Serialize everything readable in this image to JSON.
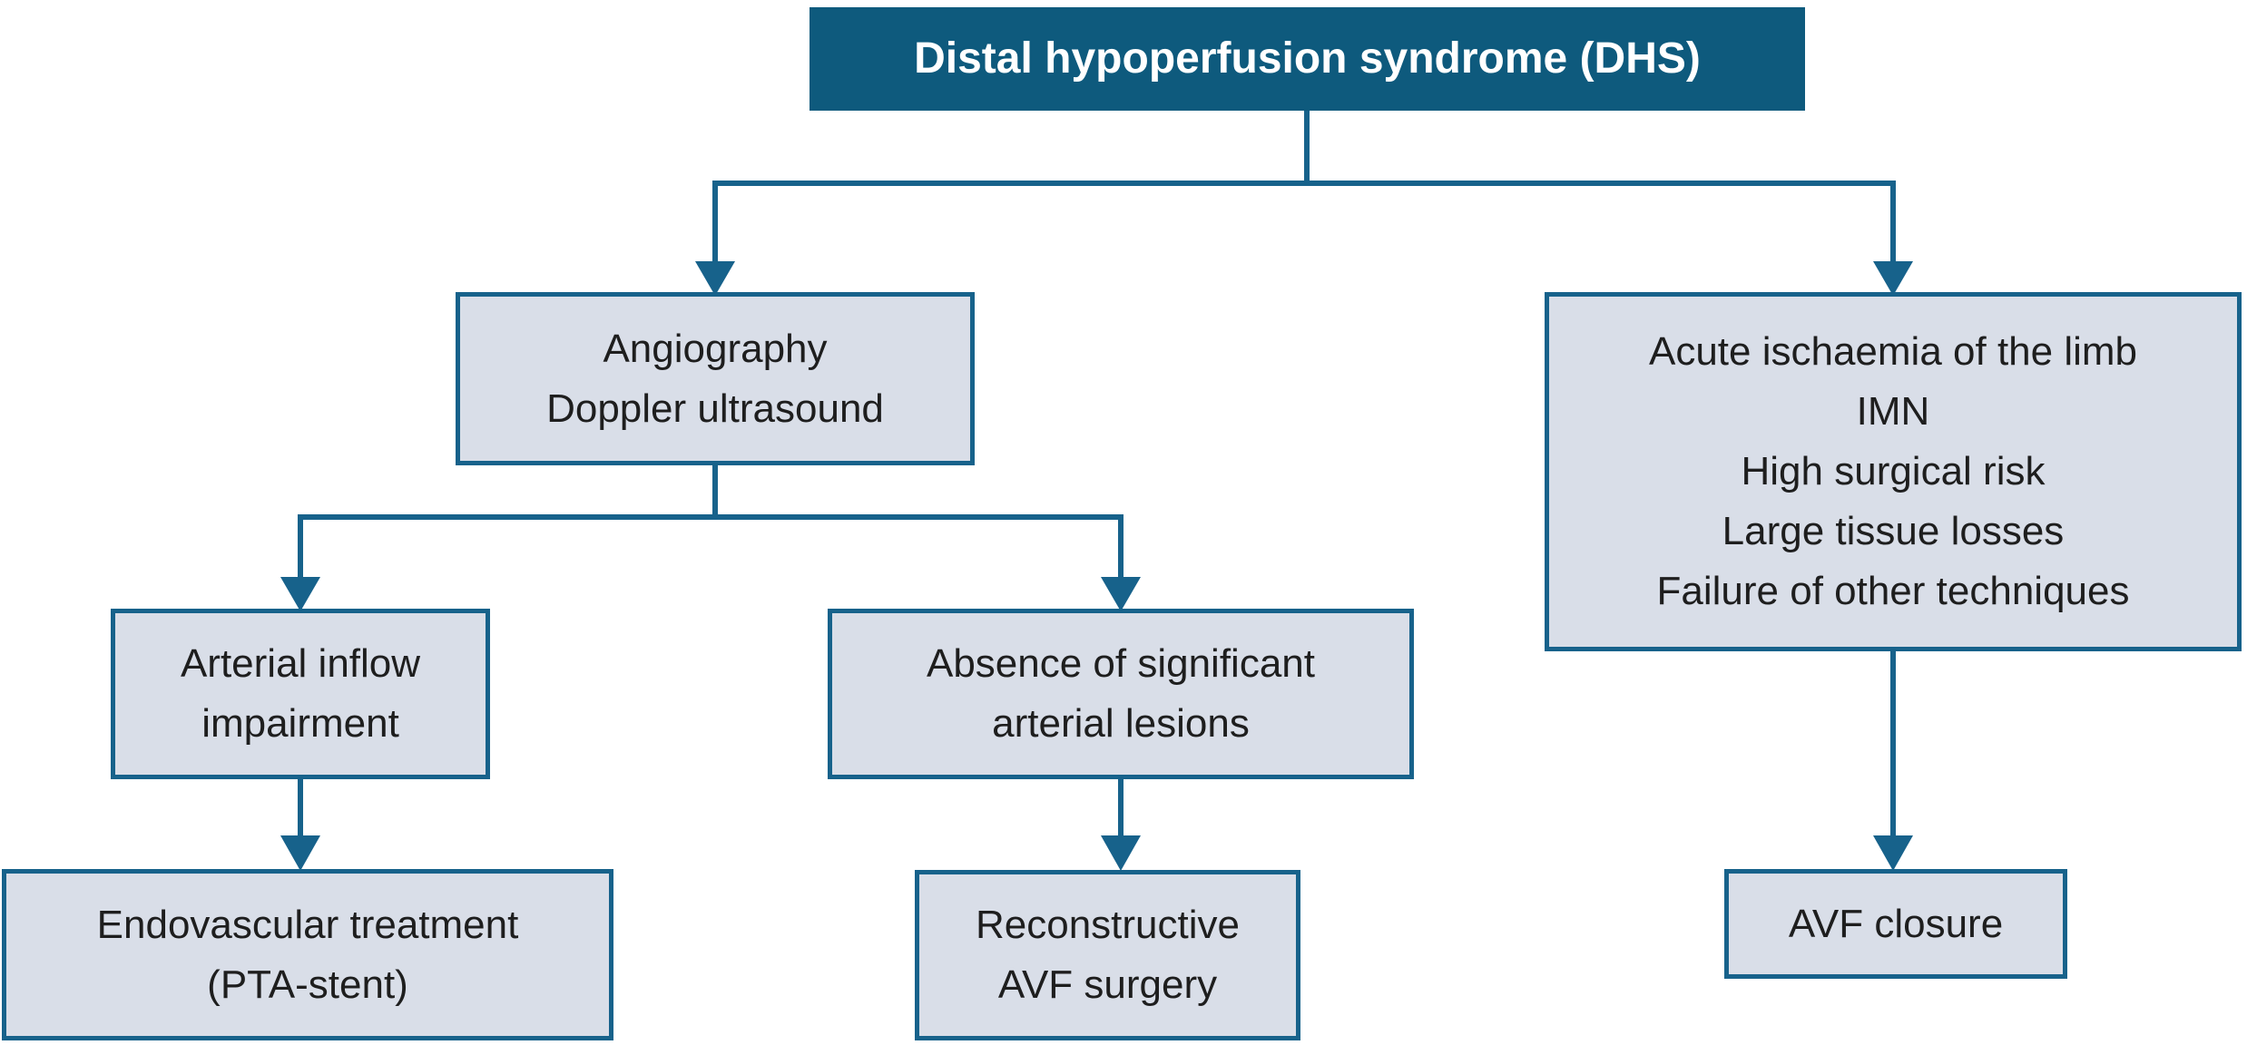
{
  "diagram": {
    "type": "flowchart",
    "nodes": {
      "root": {
        "label": "Distal hypoperfusion syndrome (DHS)"
      },
      "diagnostics": {
        "label": "Angiography\nDoppler ultrasound"
      },
      "indications": {
        "label": "Acute ischaemia of the limb\nIMN\nHigh surgical risk\nLarge tissue losses\nFailure of other techniques"
      },
      "arterial_inflow": {
        "label": "Arterial inflow\nimpairment"
      },
      "no_arterial_lesions": {
        "label": "Absence of significant\narterial lesions"
      },
      "endovascular": {
        "label": "Endovascular treatment\n(PTA-stent)"
      },
      "reconstructive": {
        "label": "Reconstructive\nAVF surgery"
      },
      "avf_closure": {
        "label": "AVF closure"
      }
    },
    "edges": [
      {
        "from": "root",
        "to": "diagnostics",
        "arrow": true
      },
      {
        "from": "root",
        "to": "indications",
        "arrow": true
      },
      {
        "from": "diagnostics",
        "to": "arterial_inflow",
        "arrow": true
      },
      {
        "from": "diagnostics",
        "to": "no_arterial_lesions",
        "arrow": true
      },
      {
        "from": "arterial_inflow",
        "to": "endovascular",
        "arrow": true
      },
      {
        "from": "no_arterial_lesions",
        "to": "reconstructive",
        "arrow": true
      },
      {
        "from": "indications",
        "to": "avf_closure",
        "arrow": true
      }
    ],
    "colors": {
      "header_fill": "#0e5a7d",
      "header_text": "#ffffff",
      "box_fill": "#d9dee8",
      "box_border": "#17628b",
      "connector": "#17628b",
      "text": "#1e1e1e",
      "background": "#ffffff"
    }
  }
}
